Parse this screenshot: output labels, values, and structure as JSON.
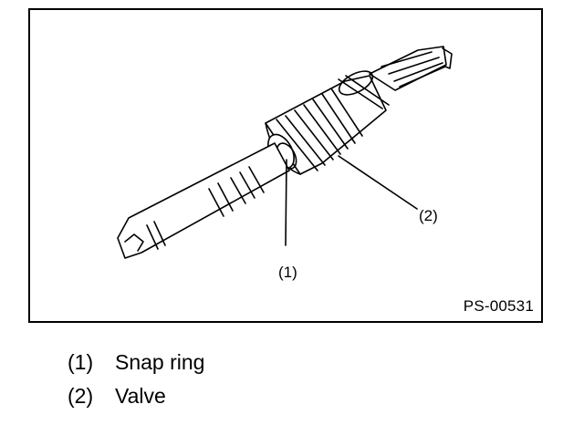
{
  "figure": {
    "code": "PS-00531",
    "callouts": [
      {
        "num": "(1)"
      },
      {
        "num": "(2)"
      }
    ]
  },
  "legend": [
    {
      "num": "(1)",
      "label": "Snap ring"
    },
    {
      "num": "(2)",
      "label": "Valve"
    }
  ]
}
